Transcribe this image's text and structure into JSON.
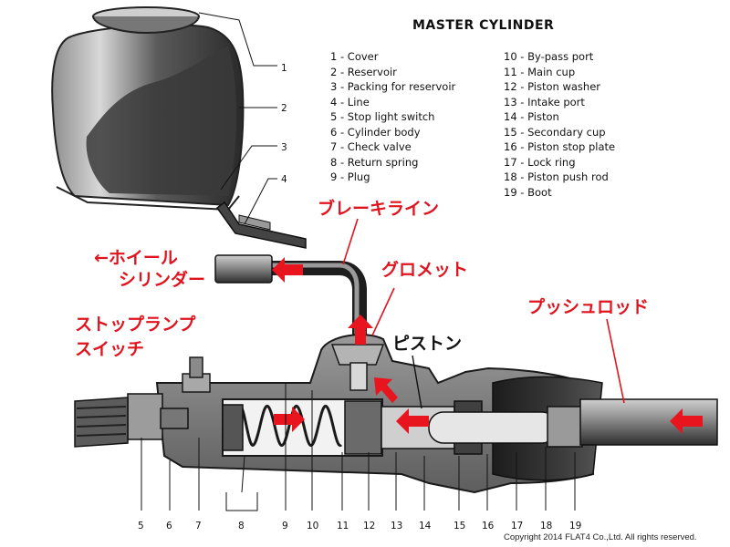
{
  "title": "MASTER CYLINDER",
  "legend_left": [
    {
      "num": "1",
      "label": "Cover"
    },
    {
      "num": "2",
      "label": "Reservoir"
    },
    {
      "num": "3",
      "label": "Packing for reservoir"
    },
    {
      "num": "4",
      "label": "Line"
    },
    {
      "num": "5",
      "label": "Stop light switch"
    },
    {
      "num": "6",
      "label": "Cylinder body"
    },
    {
      "num": "7",
      "label": "Check valve"
    },
    {
      "num": "8",
      "label": "Return spring"
    },
    {
      "num": "9",
      "label": "Plug"
    }
  ],
  "legend_right": [
    {
      "num": "10",
      "label": "By-pass port"
    },
    {
      "num": "11",
      "label": "Main cup"
    },
    {
      "num": "12",
      "label": "Piston washer"
    },
    {
      "num": "13",
      "label": "Intake port"
    },
    {
      "num": "14",
      "label": "Piston"
    },
    {
      "num": "15",
      "label": "Secondary cup"
    },
    {
      "num": "16",
      "label": "Piston stop plate"
    },
    {
      "num": "17",
      "label": "Lock ring"
    },
    {
      "num": "18",
      "label": "Piston push rod"
    },
    {
      "num": "19",
      "label": "Boot"
    }
  ],
  "callouts": {
    "brake_line": "ブレーキライン",
    "wheel_cylinder_line1": "←ホイール",
    "wheel_cylinder_line2": "シリンダー",
    "grommet": "グロメット",
    "stop_lamp_switch_line1": "ストップランプ",
    "stop_lamp_switch_line2": "スイッチ",
    "piston": "ピストン",
    "push_rod": "プッシュロッド"
  },
  "reservoir_part_numbers": [
    "1",
    "2",
    "3",
    "4"
  ],
  "bottom_part_numbers": [
    "5",
    "6",
    "7",
    "8",
    "9",
    "10",
    "11",
    "12",
    "13",
    "14",
    "15",
    "16",
    "17",
    "18",
    "19"
  ],
  "copyright": "Copyright 2014 FLAT4 Co.,Ltd. All rights reserved.",
  "colors": {
    "callout_red": "#e0141e",
    "arrow_red": "#e8141e",
    "metal_dark": "#2a2a2a",
    "metal_mid": "#6e6e6e",
    "metal_light": "#b9b9b9"
  }
}
